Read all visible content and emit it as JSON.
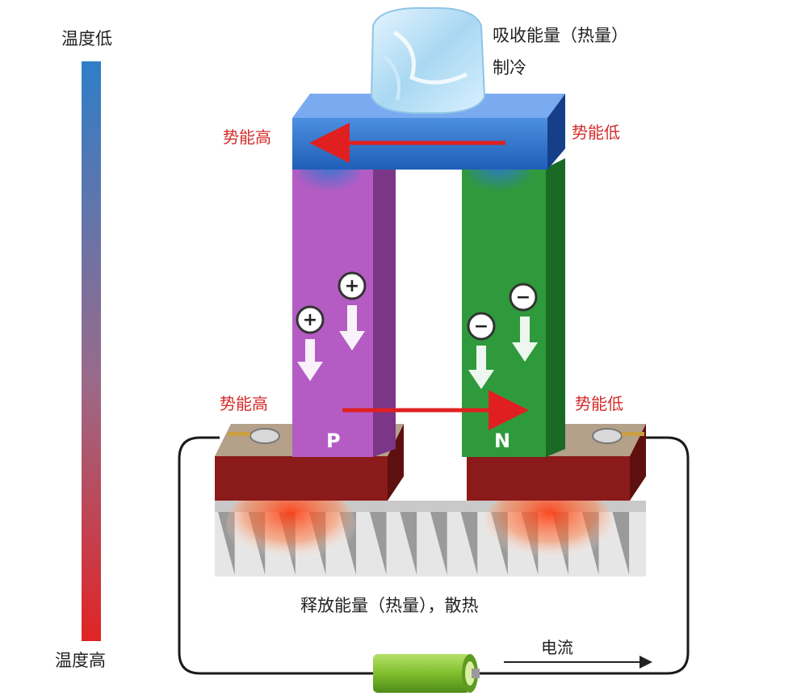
{
  "temperature_scale": {
    "top_label": "温度低",
    "bottom_label": "温度高",
    "colors": {
      "cold": "#2f7ec8",
      "hot": "#e02424"
    }
  },
  "labels": {
    "absorb_heat": "吸收能量（热量）",
    "cooling": "制冷",
    "release_heat": "释放能量（热量），散热",
    "current": "电流"
  },
  "potential": {
    "top_left": "势能高",
    "top_right": "势能低",
    "bottom_left": "势能高",
    "bottom_right": "势能低"
  },
  "semiconductors": {
    "p_label": "P",
    "n_label": "N",
    "p_carrier_symbol": "+",
    "n_carrier_symbol": "−",
    "p_color": "#b45cc4",
    "n_color": "#2f9a3c"
  },
  "colors": {
    "cold_plate": "#2c78d0",
    "hot_plate": "#8b1a1a",
    "arrow": "#e02020",
    "heat_glow": "#ff4a1a",
    "battery": "#8ac43a"
  }
}
